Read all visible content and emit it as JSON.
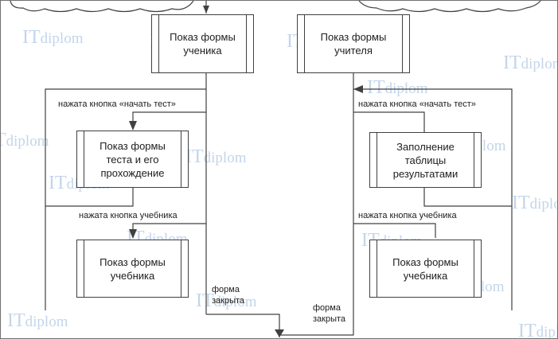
{
  "diagram": {
    "boxes": {
      "student_form": "Показ формы\nученика",
      "teacher_form": "Показ формы\nучителя",
      "test_form": "Показ формы\nтеста и его\nпрохождение",
      "textbook_form_left": "Показ формы\nучебника",
      "results_table": "Заполнение\nтаблицы\nрезультатами",
      "textbook_form_right": "Показ формы\nучебника"
    },
    "labels": {
      "start_test_left": "нажата кнопка «начать тест»",
      "textbook_left": "нажата кнопка учебника",
      "form_closed_left": "форма\nзакрыта",
      "start_test_right": "нажата кнопка «начать тест»",
      "textbook_right": "нажата кнопка учебника",
      "form_closed_right": "форма\nзакрыта"
    },
    "watermark": {
      "brand_big": "IT",
      "brand_small": "diplom"
    }
  }
}
